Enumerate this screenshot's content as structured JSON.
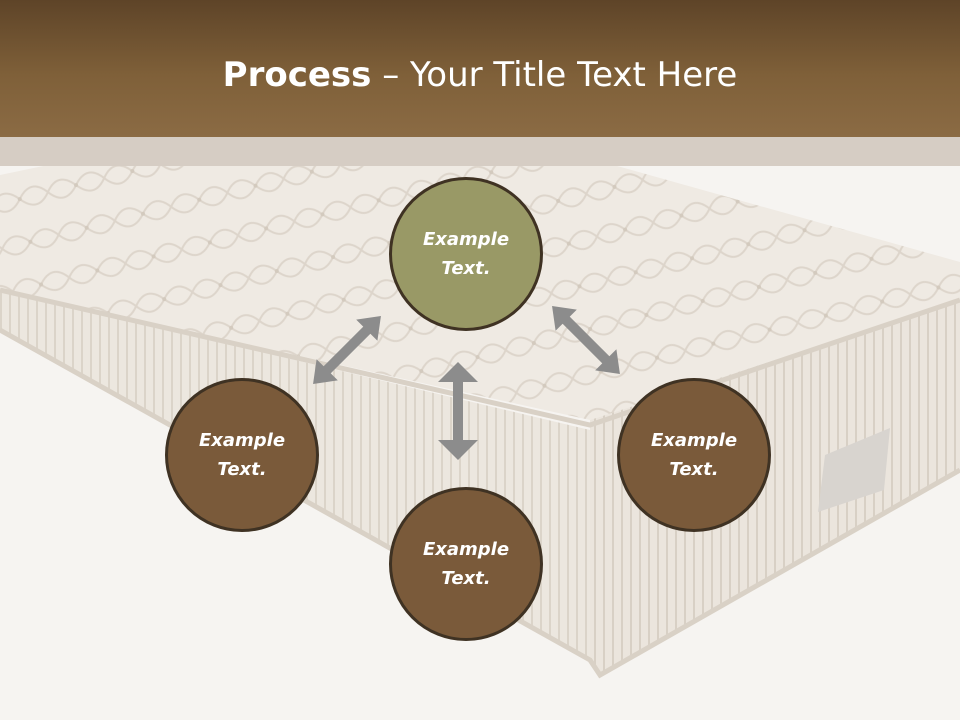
{
  "slide": {
    "title_bold": "Process",
    "title_separator": " – ",
    "title_rest": "Your Title Text Here"
  },
  "diagram": {
    "nodes": [
      {
        "id": "top",
        "text": "Example Text.",
        "color": "#999966"
      },
      {
        "id": "left",
        "text": "Example Text.",
        "color": "#7a5a3a"
      },
      {
        "id": "right",
        "text": "Example Text.",
        "color": "#7a5a3a"
      },
      {
        "id": "bottom",
        "text": "Example Text.",
        "color": "#7a5a3a"
      }
    ],
    "arrow_color": "#8c8c8c",
    "border_color": "#3f3223"
  },
  "colors": {
    "title_bar": "#7f6039",
    "title_band": "#d6cdc4",
    "background": "#f6f4f1"
  }
}
